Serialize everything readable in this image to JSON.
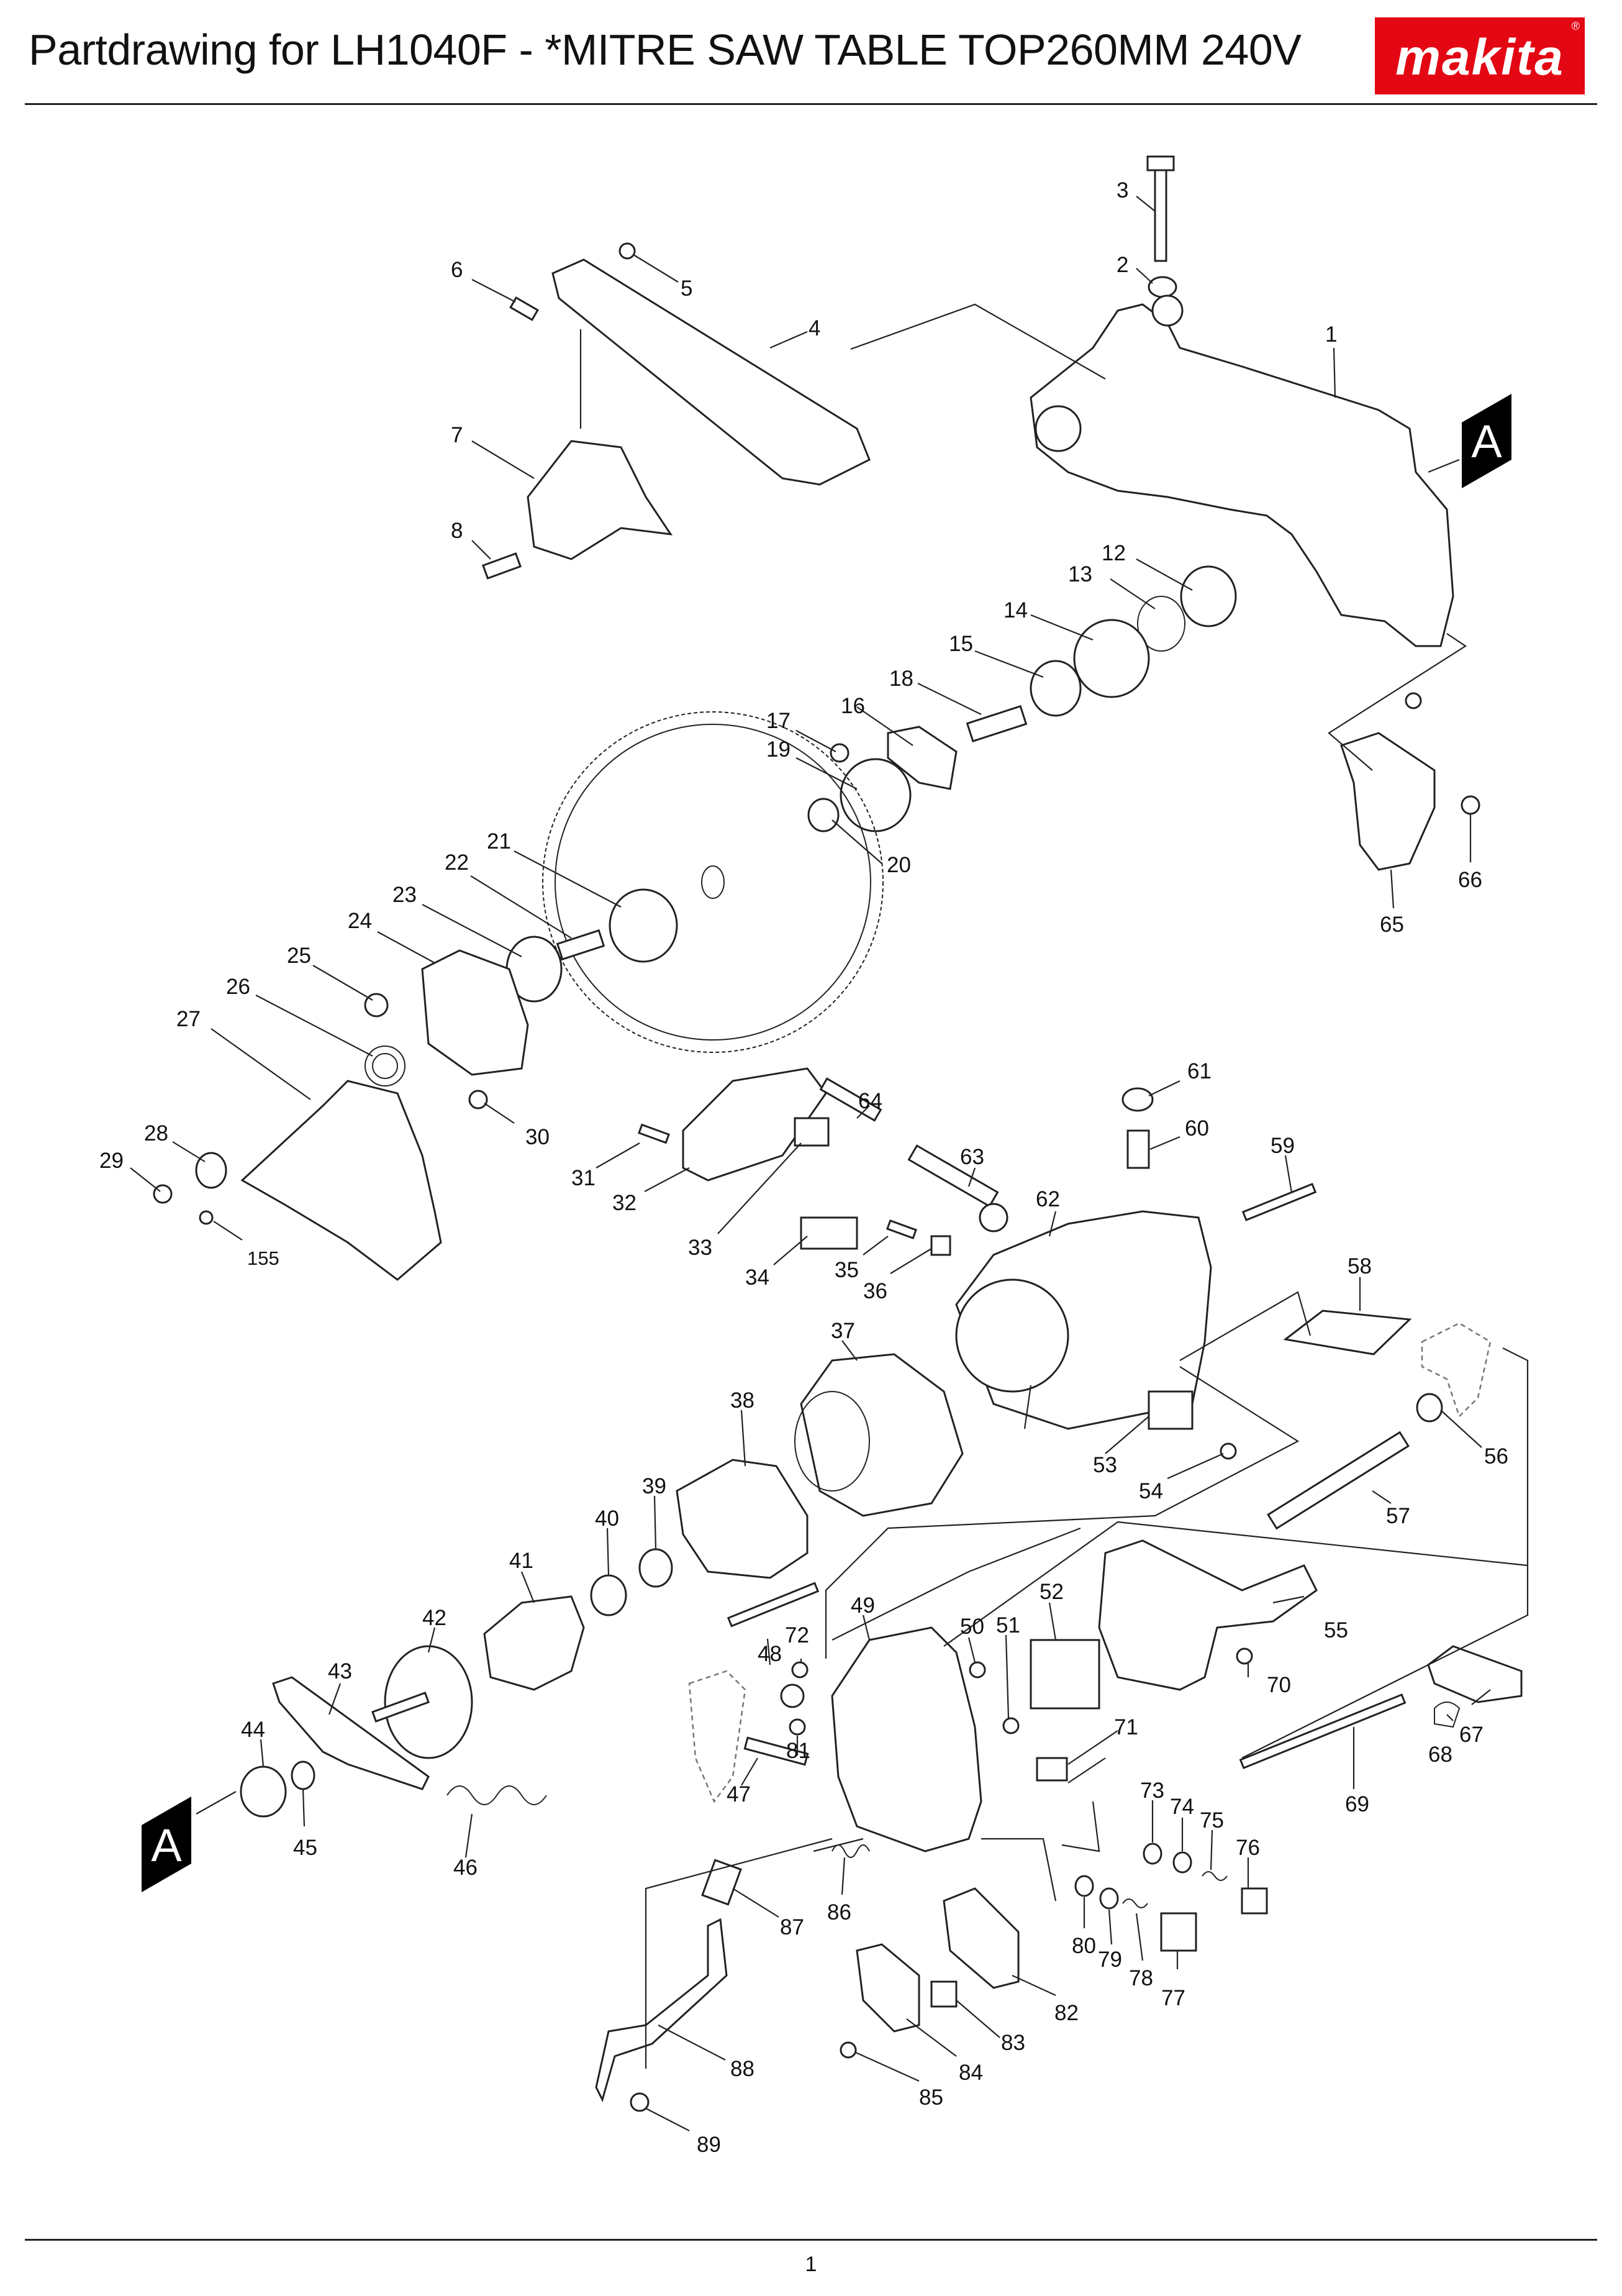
{
  "header": {
    "title": "Partdrawing for  LH1040F - *MITRE SAW TABLE TOP260MM 240V",
    "brand": "makita"
  },
  "markers": {
    "section_a": "A"
  },
  "footer": {
    "page_number": "1"
  },
  "part_numbers": [
    "1",
    "2",
    "3",
    "4",
    "5",
    "6",
    "7",
    "8",
    "12",
    "13",
    "14",
    "15",
    "16",
    "17",
    "18",
    "19",
    "20",
    "21",
    "22",
    "23",
    "24",
    "25",
    "26",
    "27",
    "28",
    "29",
    "30",
    "31",
    "32",
    "33",
    "34",
    "35",
    "36",
    "37",
    "38",
    "39",
    "40",
    "41",
    "42",
    "43",
    "44",
    "45",
    "46",
    "47",
    "48",
    "49",
    "50",
    "51",
    "52",
    "53",
    "54",
    "55",
    "56",
    "57",
    "58",
    "59",
    "60",
    "61",
    "62",
    "63",
    "64",
    "65",
    "66",
    "67",
    "68",
    "69",
    "70",
    "71",
    "72",
    "73",
    "74",
    "75",
    "76",
    "77",
    "78",
    "79",
    "80",
    "81",
    "82",
    "83",
    "84",
    "85",
    "86",
    "87",
    "88",
    "89",
    "155"
  ],
  "colors": {
    "brand_red": "#e30613",
    "line": "#222222"
  }
}
